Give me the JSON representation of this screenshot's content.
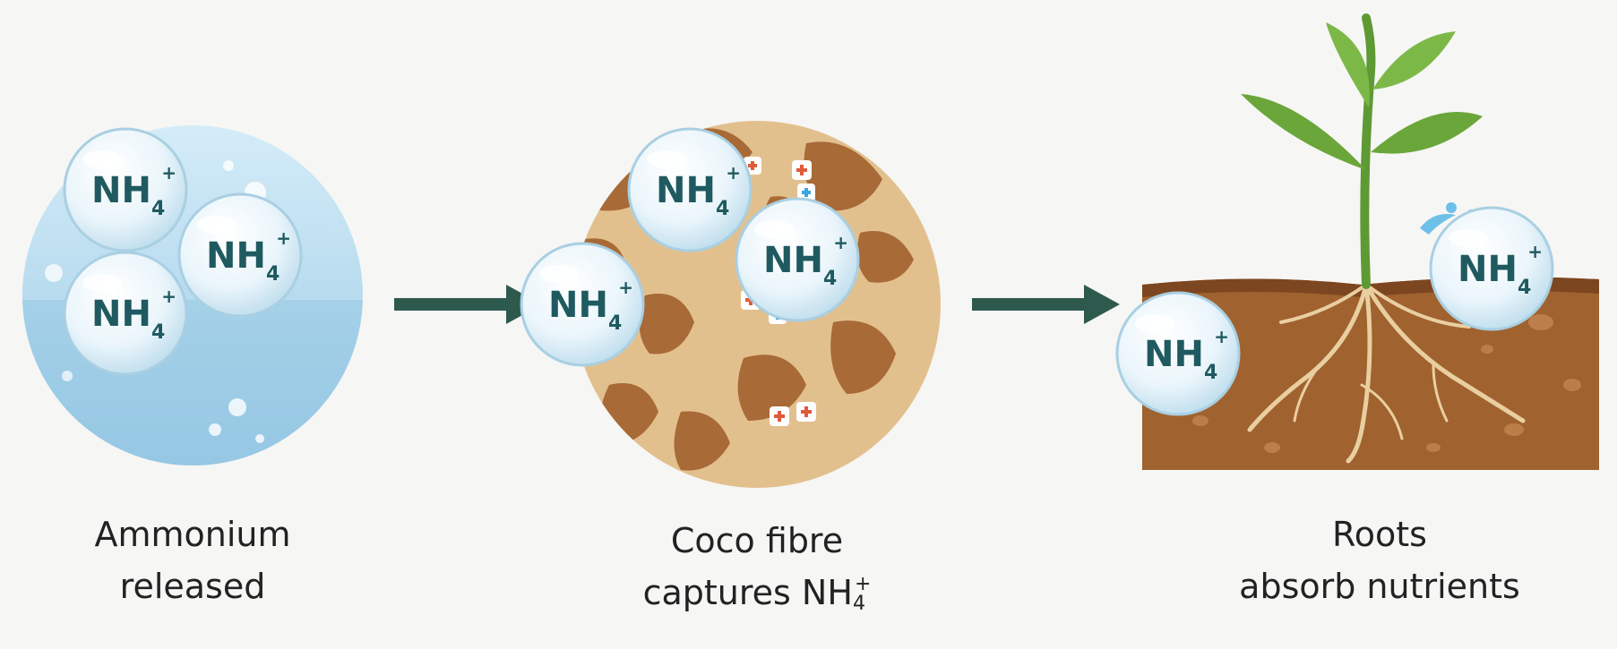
{
  "ion": {
    "main": "NH",
    "subscript": "4",
    "charge": "+"
  },
  "steps": [
    {
      "line1": "Ammonium",
      "line2": "released"
    },
    {
      "line1": "Coco fibre",
      "line2": "captures NH",
      "line2_sub": "4",
      "line2_sup": "+"
    },
    {
      "line1": "Roots",
      "line2": "absorb nutrients"
    }
  ],
  "colors": {
    "water": "#bfe0f2",
    "fibre": "#a86a36",
    "soil": "#a0622f",
    "leaf": "#6aa63a",
    "arrow": "#2e5a4e",
    "ion_text": "#1f5a60"
  }
}
